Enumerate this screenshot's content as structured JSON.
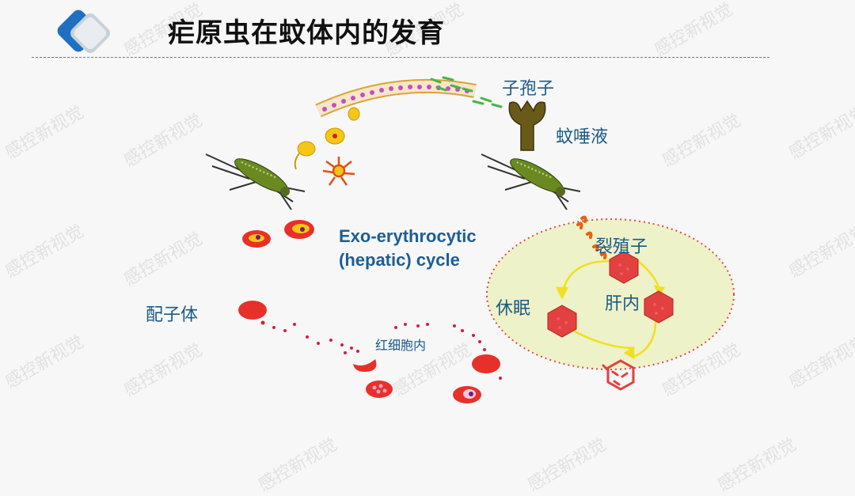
{
  "header": {
    "title": "疟原虫在蚊体内的发育"
  },
  "labels": {
    "sporozoite": "子孢子",
    "saliva": "蚊唾液",
    "cycle_line1": "Exo-erythrocytic",
    "cycle_line2": "(hepatic) cycle",
    "merozoite": "裂殖子",
    "dormant": "休眠",
    "liver": "肝内",
    "gametocyte": "配子体",
    "intraerythrocytic": "红细胞内"
  },
  "watermark": {
    "text": "感控新视觉"
  },
  "colors": {
    "accent_blue": "#1b5e96",
    "label_blue": "#1a5a85",
    "liver_fill": "#eef2c8",
    "dotted_red": "#d94a4a",
    "arrow_yellow": "#f0e020"
  }
}
